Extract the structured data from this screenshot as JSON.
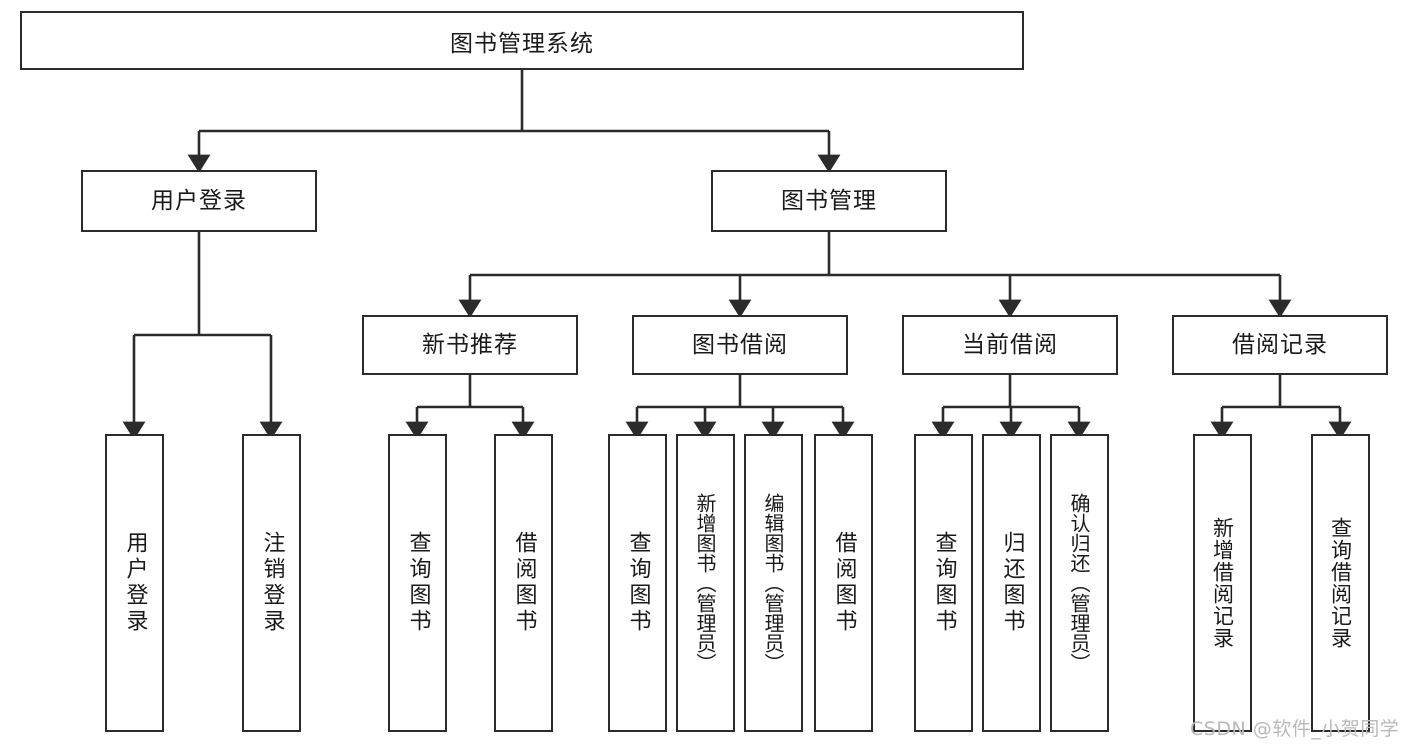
{
  "diagram": {
    "title": "图书管理系统",
    "type": "tree-hierarchy",
    "root": {
      "label": "图书管理系统"
    },
    "level2": [
      {
        "label": "用户登录"
      },
      {
        "label": "图书管理"
      }
    ],
    "level3": [
      {
        "label": "新书推荐"
      },
      {
        "label": "图书借阅"
      },
      {
        "label": "当前借阅"
      },
      {
        "label": "借阅记录"
      }
    ],
    "leaves": {
      "user_login": [
        {
          "label": "用户登录"
        },
        {
          "label": "注销登录"
        }
      ],
      "new_book": [
        {
          "label": "查询图书"
        },
        {
          "label": "借阅图书"
        }
      ],
      "book_borrow": [
        {
          "label": "查询图书"
        },
        {
          "label": "新增图书（管理员）"
        },
        {
          "label": "编辑图书（管理员）"
        },
        {
          "label": "借阅图书"
        }
      ],
      "current_borrow": [
        {
          "label": "查询图书"
        },
        {
          "label": "归还图书"
        },
        {
          "label": "确认归还（管理员）"
        }
      ],
      "borrow_record": [
        {
          "label": "新增借阅记录"
        },
        {
          "label": "查询借阅记录"
        }
      ]
    }
  },
  "watermark": {
    "text": "CSDN @软件_小贺同学"
  },
  "colors": {
    "stroke": "#2b2b2b",
    "text": "#1a1a1a",
    "background": "#ffffff",
    "watermark": "#b9b9b9"
  }
}
